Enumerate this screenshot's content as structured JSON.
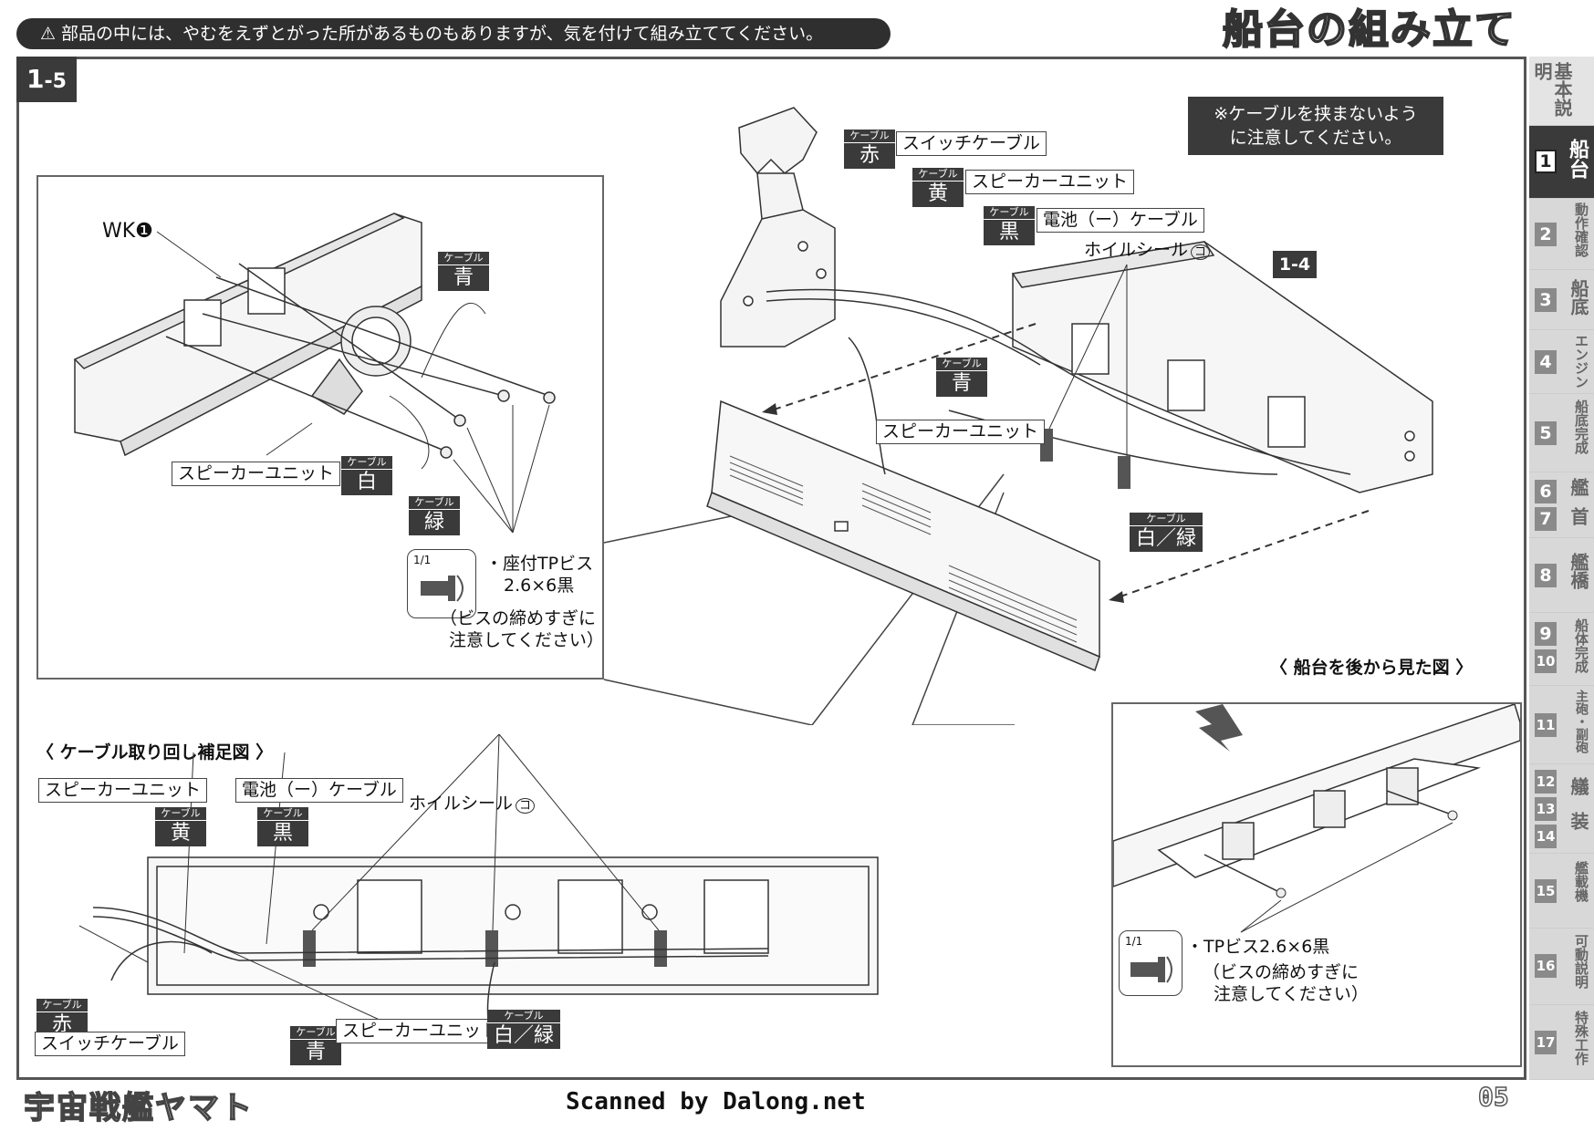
{
  "header": {
    "warning": "部品の中には、やむをえずとがった所があるものもありますが、気を付けて組み立ててください。",
    "warning_icon": "warning-triangle-icon",
    "title": "船台の組み立て"
  },
  "step": {
    "main": "1",
    "sub": "-5"
  },
  "sidebar": {
    "items": [
      {
        "num": "",
        "label": "基本説明"
      },
      {
        "num": "1",
        "label": "船台"
      },
      {
        "num": "2",
        "label": "動作確認"
      },
      {
        "num": "3",
        "label": "船底"
      },
      {
        "num": "4",
        "label": "エンジン"
      },
      {
        "num": "5",
        "label": "船底完成"
      },
      {
        "num": "6",
        "label": "艦"
      },
      {
        "num": "7",
        "label": "首"
      },
      {
        "num": "8",
        "label": "艦橋"
      },
      {
        "num": "9",
        "label": "船体完成"
      },
      {
        "num": "10",
        "label": ""
      },
      {
        "num": "11",
        "label": "主砲・副砲"
      },
      {
        "num": "12",
        "label": "艤"
      },
      {
        "num": "13",
        "label": "装"
      },
      {
        "num": "14",
        "label": ""
      },
      {
        "num": "15",
        "label": "艦載機"
      },
      {
        "num": "16",
        "label": "可動説明"
      },
      {
        "num": "17",
        "label": "特殊工作"
      }
    ]
  },
  "upper_inset": {
    "wk_label": "WK❶",
    "cable_tag": "ケーブル",
    "cable_blue": "青",
    "cable_white": "白",
    "cable_green": "緑",
    "speaker_unit": "スピーカーユニット",
    "screw_count": "1/1",
    "screw_name_line1": "・座付TPビス",
    "screw_name_line2": "2.6×6黒",
    "screw_note_line1": "（ビスの締めすぎに",
    "screw_note_line2": "注意してください）"
  },
  "main_diagram": {
    "note_line1": "※ケーブルを挟まないよう",
    "note_line2": "に注意してください。",
    "cable_tag": "ケーブル",
    "switch_cable_color": "赤",
    "switch_cable": "スイッチケーブル",
    "speaker_cable_color": "黄",
    "speaker_unit": "スピーカーユニット",
    "battery_cable_color": "黒",
    "battery_cable": "電池（ー）ケーブル",
    "foil_seal": "ホイルシール",
    "foil_seal_mark": "コ",
    "step_ref": "1-4",
    "blue": "青",
    "speaker_unit_2": "スピーカーユニット",
    "white_green": "白／緑"
  },
  "lower_inset": {
    "title": "〈 ケーブル取り回し補足図 〉",
    "speaker_unit": "スピーカーユニット",
    "cable_tag": "ケーブル",
    "yellow": "黄",
    "battery_cable": "電池（ー）ケーブル",
    "black": "黒",
    "foil_seal": "ホイルシール",
    "foil_seal_mark": "コ",
    "red": "赤",
    "switch_cable": "スイッチケーブル",
    "blue": "青",
    "speaker_unit_2": "スピーカーユニット",
    "white_green": "白／緑"
  },
  "rear_inset": {
    "title": "〈 船台を後から見た図 〉",
    "screw_count": "1/1",
    "screw_name": "・TPビス2.6×6黒",
    "screw_note_line1": "（ビスの締めすぎに",
    "screw_note_line2": "注意してください）"
  },
  "footer": {
    "logo": "宇宙戦艦ヤマト",
    "credit": "Scanned by Dalong.net",
    "page": "05"
  }
}
